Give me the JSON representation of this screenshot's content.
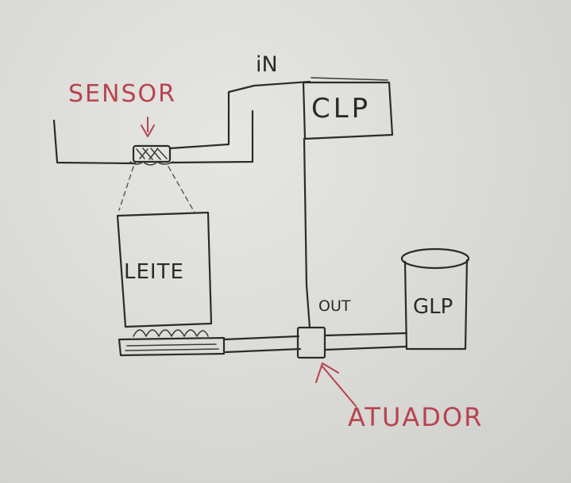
{
  "labels": {
    "sensor": "SENSOR",
    "in": "iN",
    "clp": "CLP",
    "leite": "LEITE",
    "out": "OUT",
    "glp": "GLP",
    "atuador": "ATUADOR"
  },
  "colors": {
    "ink": "#2b2b2b",
    "annotation": "#b8434f",
    "paper": "#dcdcd8"
  }
}
